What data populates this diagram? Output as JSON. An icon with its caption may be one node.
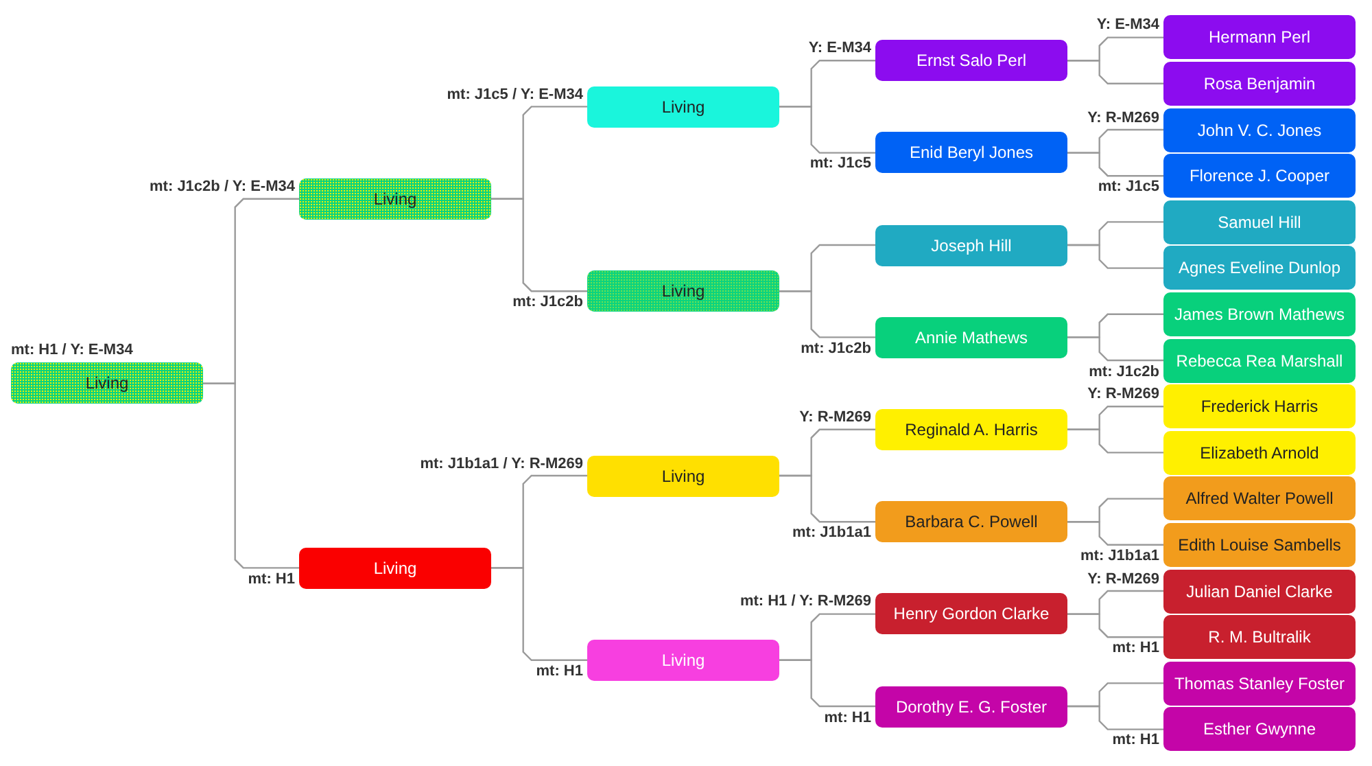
{
  "diagram": {
    "nodes": [
      {
        "text": [
          "Living"
        ],
        "beside": [
          "mt: H1 / Y: E-M34"
        ]
      },
      {
        "text": [
          "Living"
        ],
        "beside": [
          "mt: J1c2b / Y: E-M34"
        ]
      },
      {
        "text": [
          "Living"
        ],
        "beside": [
          "mt: H1"
        ]
      },
      {
        "text": [
          "Living"
        ],
        "beside": [
          "mt: J1c5 / Y: E-M34"
        ]
      },
      {
        "text": [
          "Living"
        ],
        "beside": [
          "mt: J1c2b"
        ]
      },
      {
        "text": [
          "Living"
        ],
        "beside": [
          "mt: J1b1a1 / Y: R-M269"
        ]
      },
      {
        "text": [
          "Living"
        ],
        "beside": [
          "mt: H1"
        ]
      },
      {
        "text": [
          "Ernst Salo Perl"
        ],
        "beside": [
          "Y: E-M34"
        ]
      },
      {
        "text": [
          "Enid Beryl Jones"
        ],
        "beside": [
          "mt: J1c5"
        ]
      },
      {
        "text": [
          "Joseph Hill"
        ]
      },
      {
        "text": [
          "Annie Mathews"
        ],
        "beside": [
          "mt: J1c2b"
        ]
      },
      {
        "text": [
          "Reginald A. Harris"
        ],
        "beside": [
          "Y: R-M269"
        ]
      },
      {
        "text": [
          "Barbara C. Powell"
        ],
        "beside": [
          "mt: J1b1a1"
        ]
      },
      {
        "text": [
          "Henry Gordon Clarke"
        ],
        "beside": [
          "mt: H1 / Y: R-M269"
        ]
      },
      {
        "text": [
          "Dorothy E. G. Foster"
        ],
        "beside": [
          "mt: H1"
        ]
      },
      {
        "text": [
          "Hermann Perl"
        ],
        "beside": [
          "Y: E-M34"
        ]
      },
      {
        "text": [
          "Rosa Benjamin"
        ]
      },
      {
        "text": [
          "John V. C. Jones"
        ],
        "beside": [
          "Y: R-M269"
        ]
      },
      {
        "text": [
          "Florence J. Cooper"
        ],
        "beside": [
          "mt: J1c5"
        ]
      },
      {
        "text": [
          "Samuel Hill"
        ]
      },
      {
        "text": [
          "Agnes Eveline Dunlop"
        ]
      },
      {
        "text": [
          "James Brown Mathews"
        ]
      },
      {
        "text": [
          "Rebecca Rea Marshall"
        ],
        "beside": [
          "mt: J1c2b"
        ]
      },
      {
        "text": [
          "Frederick Harris"
        ],
        "beside": [
          "Y: R-M269"
        ]
      },
      {
        "text": [
          "Elizabeth Arnold"
        ]
      },
      {
        "text": [
          "Alfred Walter Powell"
        ]
      },
      {
        "text": [
          "Edith Louise Sambells"
        ],
        "beside": [
          "mt: J1b1a1"
        ]
      },
      {
        "text": [
          "Julian Daniel Clarke"
        ],
        "beside": [
          "Y: R-M269"
        ]
      },
      {
        "text": [
          "R. M. Bultralik"
        ],
        "beside": [
          "mt: H1"
        ]
      },
      {
        "text": [
          "Thomas Stanley Foster"
        ]
      },
      {
        "text": [
          "Esther Gwynne"
        ],
        "beside": [
          "mt: H1"
        ]
      }
    ],
    "edges": [
      {
        "from": 0,
        "to": 1,
        "arrow": "none"
      },
      {
        "from": 0,
        "to": 2,
        "arrow": "none"
      },
      {
        "from": 1,
        "to": 3,
        "arrow": "none"
      },
      {
        "from": 1,
        "to": 4,
        "arrow": "none"
      },
      {
        "from": 2,
        "to": 5,
        "arrow": "none"
      },
      {
        "from": 2,
        "to": 6,
        "arrow": "none"
      },
      {
        "from": 3,
        "to": 7,
        "arrow": "none"
      },
      {
        "from": 3,
        "to": 8,
        "arrow": "none"
      },
      {
        "from": 4,
        "to": 9,
        "arrow": "none"
      },
      {
        "from": 4,
        "to": 10,
        "arrow": "none"
      },
      {
        "from": 5,
        "to": 11,
        "arrow": "none"
      },
      {
        "from": 5,
        "to": 12,
        "arrow": "none"
      },
      {
        "from": 6,
        "to": 13,
        "arrow": "none"
      },
      {
        "from": 6,
        "to": 14,
        "arrow": "none"
      },
      {
        "from": 7,
        "to": 15,
        "arrow": "none"
      },
      {
        "from": 7,
        "to": 16,
        "arrow": "none"
      },
      {
        "from": 8,
        "to": 17,
        "arrow": "none"
      },
      {
        "from": 8,
        "to": 18,
        "arrow": "none"
      },
      {
        "from": 9,
        "to": 19,
        "arrow": "none"
      },
      {
        "from": 9,
        "to": 20,
        "arrow": "none"
      },
      {
        "from": 10,
        "to": 21,
        "arrow": "none"
      },
      {
        "from": 10,
        "to": 22,
        "arrow": "none"
      },
      {
        "from": 11,
        "to": 23,
        "arrow": "none"
      },
      {
        "from": 11,
        "to": 24,
        "arrow": "none"
      },
      {
        "from": 12,
        "to": 25,
        "arrow": "none"
      },
      {
        "from": 12,
        "to": 26,
        "arrow": "none"
      },
      {
        "from": 13,
        "to": 27,
        "arrow": "none"
      },
      {
        "from": 13,
        "to": 28,
        "arrow": "none"
      },
      {
        "from": 14,
        "to": 29,
        "arrow": "none"
      },
      {
        "from": 14,
        "to": 30,
        "arrow": "none"
      }
    ]
  }
}
